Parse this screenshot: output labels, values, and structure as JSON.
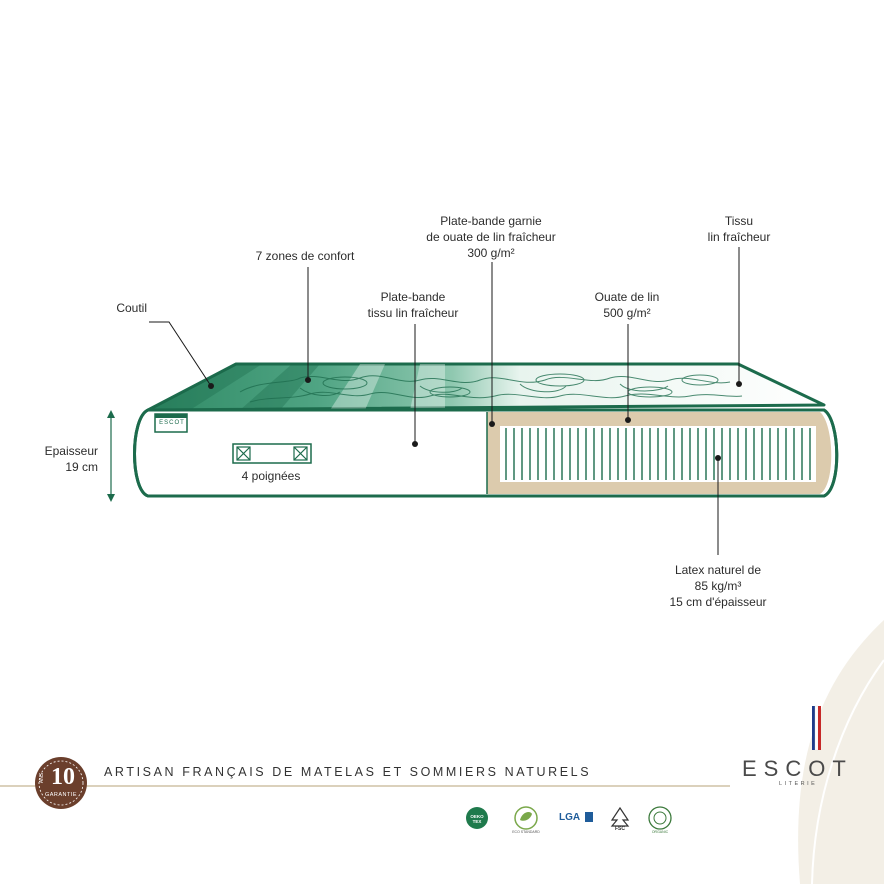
{
  "labels": {
    "coutil": "Coutil",
    "zones": "7 zones de confort",
    "plate_bande_tissu": [
      "Plate-bande",
      "tissu lin fraîcheur"
    ],
    "plate_bande_garnie": [
      "Plate-bande garnie",
      "de ouate de lin fraîcheur",
      "300 g/m²"
    ],
    "tissu": [
      "Tissu",
      "lin fraîcheur"
    ],
    "ouate": [
      "Ouate de lin",
      "500 g/m²"
    ],
    "epaisseur": [
      "Epaisseur",
      "19 cm"
    ],
    "poignees": "4 poignées",
    "latex": [
      "Latex naturel de",
      "85 kg/m³",
      "15 cm d'épaisseur"
    ]
  },
  "footer": {
    "tagline": "ARTISAN FRANÇAIS DE MATELAS ET SOMMIERS NATURELS",
    "warranty": {
      "years": "10",
      "unit": "ANS",
      "text": "GARANTIE"
    },
    "brand": "ESCOT",
    "brand_sub": "LITERIE",
    "small_logo": "ESCOT",
    "certifications": [
      "OEKO TEX",
      "ECO STANDARD",
      "LGA",
      "FSC",
      "ORGANIC"
    ]
  },
  "colors": {
    "mattress_green": "#1c6b4c",
    "panel_green": "#3e9a76",
    "latex_frame": "#dccbad",
    "warranty_brown": "#6b3f2c",
    "footer_line": "#cfc2a6",
    "leaf": "#f3efe6"
  }
}
